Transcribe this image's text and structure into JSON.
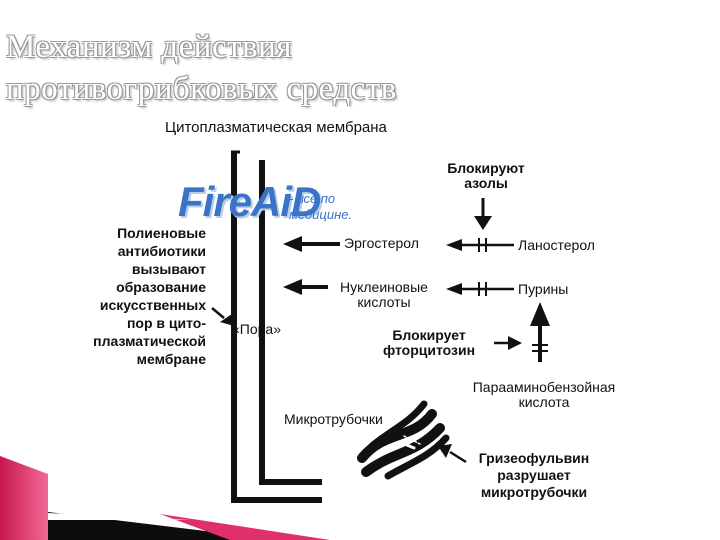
{
  "title": {
    "line1": "Механизм действия",
    "line2": "противогрибковых средств"
  },
  "watermark": {
    "logo": "FireAiD",
    "tagline_line1": "- все по",
    "tagline_line2": "медицине."
  },
  "labels": {
    "membrane": "Цитоплазматическая мембрана",
    "azoles_block_1": "Блокируют",
    "azoles_block_2": "азолы",
    "ergosterol": "Эргостерол",
    "lanosterol": "Ланостерол",
    "nucleic_1": "Нуклеиновые",
    "nucleic_2": "кислоты",
    "purines": "Пурины",
    "polyene_1": "Полиеновые",
    "polyene_2": "антибиотики",
    "polyene_3": "вызывают",
    "polyene_4": "образование",
    "polyene_5": "искусственных",
    "polyene_6": "пор в цито-",
    "polyene_7": "плазматической",
    "polyene_8": "мембране",
    "pore": "«Пора»",
    "flucytosine_1": "Блокирует",
    "flucytosine_2": "фторцитозин",
    "paba_1": "Парааминобензойная",
    "paba_2": "кислота",
    "microtubules": "Микротрубочки",
    "griseo_1": "Гризеофульвин",
    "griseo_2": "разрушает",
    "griseo_3": "микротрубочки"
  },
  "colors": {
    "accent_pink": "#e0306a",
    "logo_blue": "#3a73c7",
    "ink": "#111111"
  }
}
